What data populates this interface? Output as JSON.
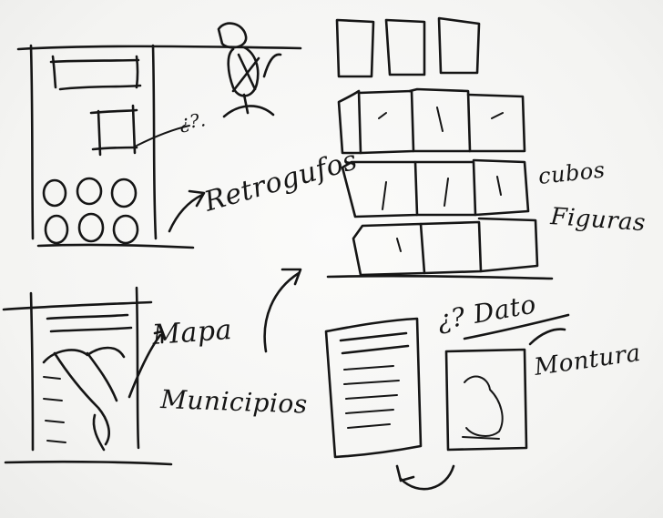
{
  "annotations": {
    "question_top": "¿?.",
    "retrogufos": "Retrogufos",
    "cubos": "cubos",
    "figuras": "Figuras",
    "mapa": "Mapa",
    "municipios": "Municipios",
    "dato": "¿? Dato",
    "montura": "Montura"
  }
}
